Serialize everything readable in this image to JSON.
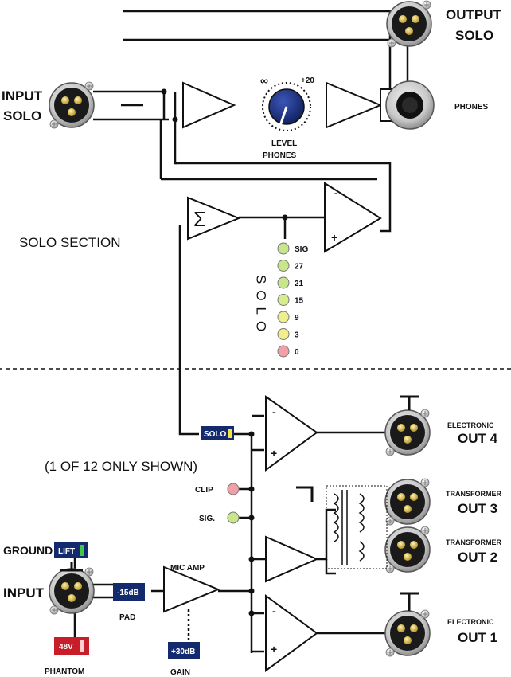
{
  "diagram": {
    "labels": {
      "output_solo_line1": "OUTPUT",
      "output_solo_line2": "SOLO",
      "input_solo_line1": "INPUT",
      "input_solo_line2": "SOLO",
      "phones_out": "PHONES",
      "level_infinity": "∞",
      "level_plus20": "+20",
      "phones_level_line1": "LEVEL",
      "phones_level_line2": "PHONES",
      "solo_section": "SOLO SECTION",
      "sigma": "Σ",
      "minus": "-",
      "plus": "+",
      "solo_meter_vertical": "SOLO",
      "one_of_twelve": "(1 OF 12 ONLY SHOWN)",
      "clip": "CLIP",
      "sig": "SIG.",
      "ground": "GROUND",
      "input": "INPUT",
      "phantom": "PHANTOM",
      "pad": "PAD",
      "mic_amp": "MIC AMP",
      "gain": "GAIN",
      "electronic": "ELECTRONIC",
      "transformer": "TRANSFORMER",
      "out1": "OUT 1",
      "out2": "OUT 2",
      "out3": "OUT 3",
      "out4": "OUT 4"
    },
    "led_meter": [
      {
        "label": "SIG",
        "color": "#c8e68a"
      },
      {
        "label": "27",
        "color": "#c8e68a"
      },
      {
        "label": "21",
        "color": "#c8e68a"
      },
      {
        "label": "15",
        "color": "#d9ec8c"
      },
      {
        "label": "9",
        "color": "#eef08e"
      },
      {
        "label": "3",
        "color": "#f4ee8a"
      },
      {
        "label": "0",
        "color": "#f2a0a8"
      }
    ],
    "buttons": {
      "solo": "SOLO",
      "pad": "-15dB",
      "gain": "+30dB",
      "lift": "LIFT",
      "phantom": "48V"
    },
    "colors": {
      "button_blue": "#142a6e",
      "phantom_red": "#c81e2a",
      "knob_blue": "#1b2f7a",
      "led_yellow": "#f6e340",
      "led_green": "#3ec94a",
      "led_red": "#e82030",
      "clip_led": "#f2a0a8",
      "sig_led": "#c8e68a"
    }
  }
}
